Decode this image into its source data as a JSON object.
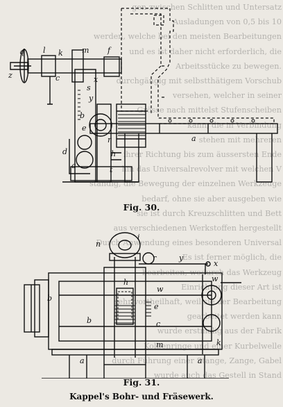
{
  "figure1": {
    "caption": "Fig. 30."
  },
  "figure2": {
    "caption": "Fig. 31."
  },
  "title": "Kappel's Bohr- und Fräsewerk.",
  "labels": {
    "fig30": [
      "q",
      "l",
      "k",
      "m",
      "f",
      "z",
      "c",
      "x",
      "s",
      "y",
      "b",
      "e",
      "d",
      "a",
      "r",
      "h",
      "t",
      "a"
    ],
    "fig31": [
      "n",
      "i",
      "x",
      "y",
      "r",
      "w",
      "b",
      "b",
      "a",
      "a",
      "k",
      "m",
      "h",
      "e",
      "c",
      "w"
    ]
  },
  "background_lines": [
    "gen zwischen Schlitten und Untersatz",
    "Ausladungen von 0,5 bis 10",
    "werden, welche bei den meisten Bearbeitungen",
    "und es ist daher nicht erforderlich, die",
    "Arbeitsstücke zu bewegen.",
    "durchgängig mit selbstthätigem Vorschub",
    "versehen, welcher in seiner",
    "Grösse nach mittelst Stufenscheiben",
    "kann, die in Verbindung",
    "stehen mit mehreren",
    "ihrer Richtung bis zum äussersten Ende",
    "hin das Universalrevolver mit welchen V",
    "ständig, die Bewegung der einzelnen Werkzeuge",
    "bedarf, ohne sie aber ausgeben wie",
    "sie ist durch Kreuzschlitten und Bett",
    "aus verschiedenen Werkstoffen hergestellt",
    "Durch Anwendung eines besonderen Universal",
    "Es ist ferner möglich, die",
    "bearbeiten, wodurch das Werkzeug",
    "Einrichtung dieser Art ist",
    "sehr vortheilhaft, weil sie der Bearbeitung",
    "gearbeitet werden kann",
    "wurde erstmalig aus der Fabrik",
    "Kolbenringe und einer Kurbelwelle",
    "durch Führung einer Stange, Zange, Gabel",
    "wurde auch das Gestell in Stand"
  ]
}
